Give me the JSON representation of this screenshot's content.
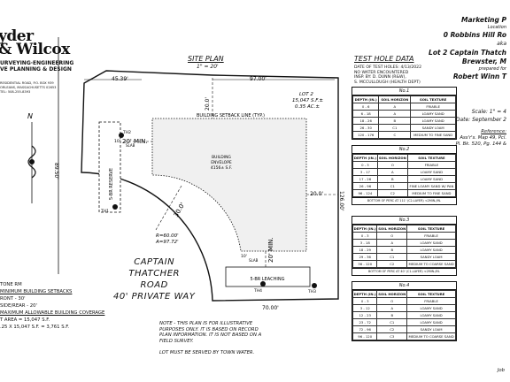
{
  "logo": {
    "line1": "yder",
    "line2": "& Wilcox",
    "sub1": "URVEYING·ENGINEERING",
    "sub2": "VE PLANNING & DESIGN",
    "addr1": "RESIDENTIAL ROAD, P.O. BOX 939",
    "addr2": "ORLEANS, MASSACHUSETTS 02653",
    "addr3": "TEL: 508-255-8393"
  },
  "marketing": {
    "l1": "Marketing P",
    "l2": "Location",
    "l3": "0 Robbins Hill Ro",
    "l4": "aka",
    "l5": "Lot 2 Captain Thatch",
    "l6": "Brewster, M",
    "l7": "prepared for",
    "l8": "Robert Winn T"
  },
  "scale": {
    "s1": "Scale: 1\" = 4",
    "s2": "Date: September 2"
  },
  "reference": {
    "title": "Reference:",
    "r1": "Ass'r's. Map 49, Pcl.",
    "r2": "Pl. Bk. 520, Pg. 144 &"
  },
  "site_plan": {
    "title": "SITE PLAN",
    "scale": "1\" = 20'"
  },
  "plan_labels": {
    "d_top_left": "45.39'",
    "d_top_right": "97.00'",
    "d_left": "89.50'",
    "d_right": "126.00'",
    "d_bottom": "70.00'",
    "lot_name": "LOT 2",
    "lot_sf": "15,047 S.F.±",
    "lot_ac": "0.35 AC.±",
    "setback_line": "BUILDING SETBACK LINE (TYP.)",
    "envelope_l1": "BUILDING",
    "envelope_l2": "ENVELOPE",
    "envelope_l3": "4156± S.F.",
    "min20_a": "20' MIN.",
    "min20_b": "20' MIN.",
    "d20_top": "20.0'",
    "d20_right": "20.0'",
    "d30": "30.0'",
    "reserve": "5-BR RESERVE",
    "leaching": "5-BR LEACHING",
    "radius": "R=60.00'",
    "arc": "A=97.72'",
    "th1": "TH1",
    "th2": "TH2",
    "th3": "TH3",
    "th4": "TH4",
    "slab": "SLAB",
    "slab2": "SLAB",
    "d10": "10'",
    "d10b": "10'"
  },
  "road": {
    "l1": "CAPTAIN",
    "l2": "THATCHER",
    "l3": "ROAD",
    "l4": "40' PRIVATE WAY"
  },
  "test_hole": {
    "title": "TEST HOLE DATA",
    "info1": "DATE OF TEST HOLES:  4/13/2022",
    "info2": "NO WATER ENCOUNTERED",
    "info3": "INSP. BY: D. DUNN (R&W),",
    "info4": "S. MCCULLOUGH (HEALTH DEPT)",
    "headers": [
      "DEPTH (IN.)",
      "SOIL HORIZON",
      "SOIL TEXTURE"
    ],
    "holes": [
      {
        "name": "No.1",
        "rows": [
          [
            "0 - 6",
            "A",
            "FRIABLE"
          ],
          [
            "6 - 18",
            "A",
            "LOAMY SAND"
          ],
          [
            "18 - 26",
            "B",
            "LOAMY SAND"
          ],
          [
            "26 - 30",
            "C1",
            "SANDY LOAM"
          ],
          [
            "120 - 176",
            "C",
            "MEDIUM TO FINE SAND"
          ]
        ],
        "foot": ""
      },
      {
        "name": "No.2",
        "rows": [
          [
            "0 - 3",
            "O",
            "FRIABLE"
          ],
          [
            "3 - 17",
            "A",
            "LOAMY SAND"
          ],
          [
            "17 - 26",
            "B",
            "LOAMY SAND"
          ],
          [
            "26 - 96",
            "C1",
            "FINE LOAMY SAND W/ PAN"
          ],
          [
            "96 - 124",
            "C2",
            "MEDIUM TO FINE SAND"
          ]
        ],
        "foot": "BOTTOM OF PERC AT 111' (C2-LAYER) <2MIN./IN."
      },
      {
        "name": "No.3",
        "rows": [
          [
            "0 - 3",
            "O",
            "FRIABLE"
          ],
          [
            "3 - 18",
            "A",
            "LOAMY SAND"
          ],
          [
            "18 - 29",
            "B",
            "LOAMY SAND"
          ],
          [
            "29 - 36",
            "C1",
            "SANDY LOAM"
          ],
          [
            "36 - 120",
            "C2",
            "MEDIUM TO COARSE SAND"
          ]
        ],
        "foot": "BOTTOM OF PERC AT 40' (C1-LAYER) <2MIN./IN."
      },
      {
        "name": "No.4",
        "rows": [
          [
            "0 - 3",
            "O",
            "FRIABLE"
          ],
          [
            "3 - 12",
            "A",
            "LOAMY SAND"
          ],
          [
            "12 - 23",
            "B",
            "LOAMY SAND"
          ],
          [
            "23 - 72",
            "C1",
            "LOAMY SAND"
          ],
          [
            "72 - 96",
            "C2",
            "SANDY LOAM"
          ],
          [
            "96 - 120",
            "C3",
            "MEDIUM TO COARSE SAND"
          ]
        ],
        "foot": ""
      }
    ]
  },
  "notes": {
    "n1": "NOTE - THIS PLAN IS FOR ILLUSTRATIVE",
    "n2": "PURPOSES ONLY.  IT IS BASED ON RECORD",
    "n3": "PLAN INFORMATION.  IT IS NOT BASED ON A",
    "n4": "FIELD SURVEY.",
    "n5": "LOT MUST BE SERVED BY TOWN WATER."
  },
  "zoning": {
    "z1": "TONE RM",
    "z2": "MINIMUM BUILDING SETBACKS",
    "z3": "RONT          -  30'",
    "z4": "SIDE/REAR  -  20'",
    "z5": "MAXIMUM ALLOWABLE BUILDING COVERAGE",
    "z6": "T AREA = 15,047 S.F.",
    "z7": ".25 X 15,047 S.F.   =   3,761 S.F."
  },
  "north_label": "N",
  "footer": "Job"
}
